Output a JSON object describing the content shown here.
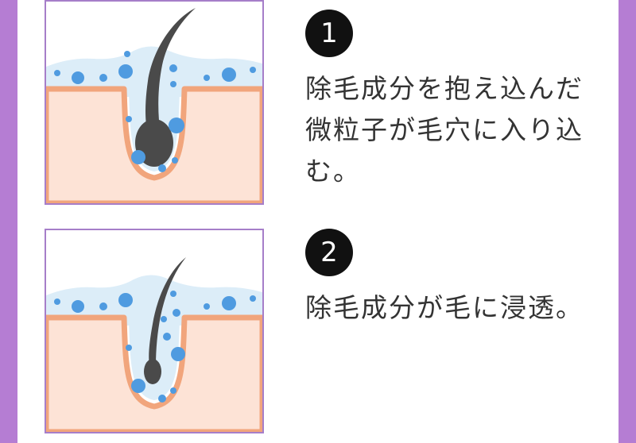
{
  "steps": [
    {
      "number": "1",
      "text": "除毛成分を抱え込んだ微粒子が毛穴に入り込む。"
    },
    {
      "number": "2",
      "text": "除毛成分が毛に浸透。"
    }
  ],
  "colors": {
    "frame": "#b57dd3",
    "panel_border": "#a67ec9",
    "skin": "#fde3d6",
    "skin_outline": "#f1a57c",
    "water": "#dcedf8",
    "bubble": "#4f9be0",
    "hair": "#4a4a4a"
  }
}
